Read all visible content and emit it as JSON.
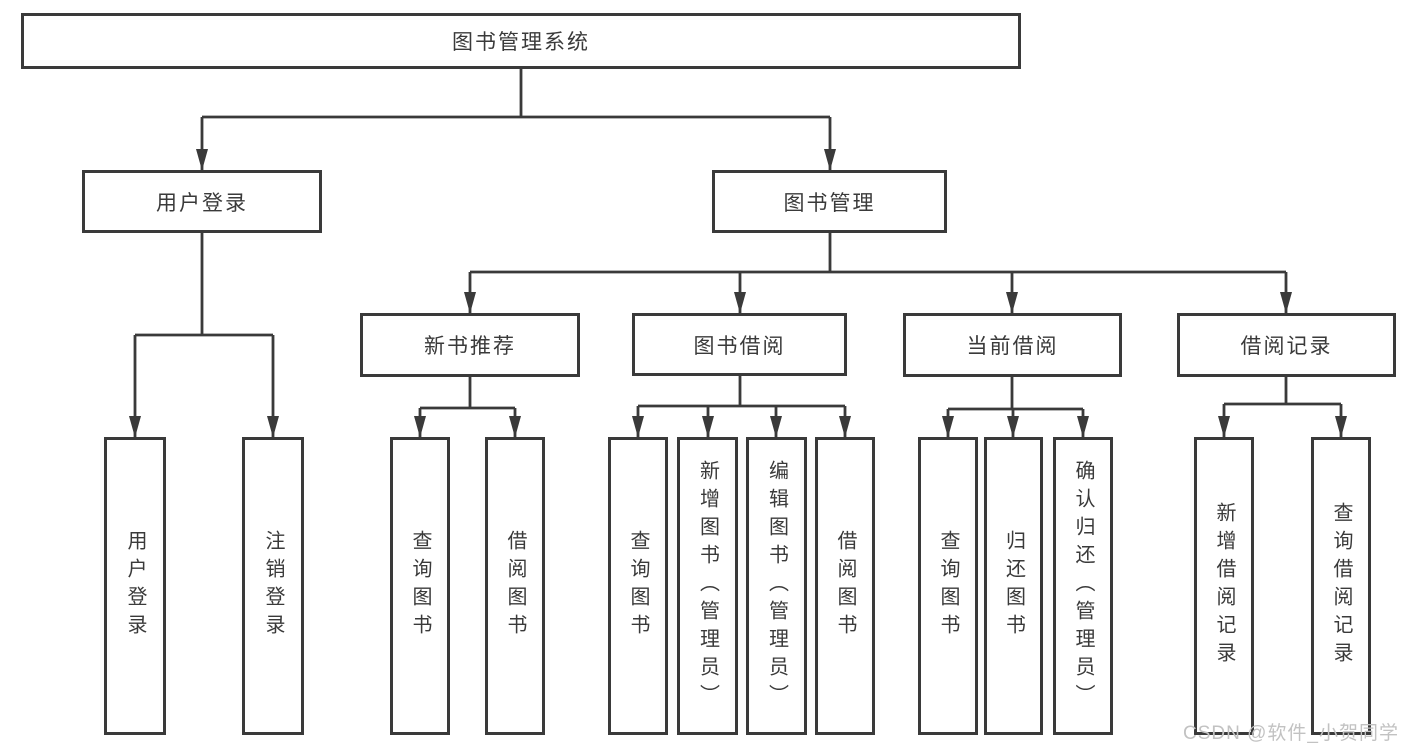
{
  "colors": {
    "line": "#3a3a3a",
    "text": "#3a3a3a",
    "background": "#ffffff",
    "watermark": "#c2c2c2"
  },
  "tree": {
    "root": "图书管理系统",
    "branches": [
      {
        "label": "用户登录",
        "leaves": [
          "用户登录",
          "注销登录"
        ]
      },
      {
        "label": "图书管理",
        "sections": [
          {
            "label": "新书推荐",
            "leaves": [
              "查询图书",
              "借阅图书"
            ]
          },
          {
            "label": "图书借阅",
            "leaves": [
              "查询图书",
              "新增图书（管理员）",
              "编辑图书（管理员）",
              "借阅图书"
            ]
          },
          {
            "label": "当前借阅",
            "leaves": [
              "查询图书",
              "归还图书",
              "确认归还（管理员）"
            ]
          },
          {
            "label": "借阅记录",
            "leaves": [
              "新增借阅记录",
              "查询借阅记录"
            ]
          }
        ]
      }
    ]
  },
  "watermark": {
    "text": "CSDN @软件_小贺同学"
  }
}
